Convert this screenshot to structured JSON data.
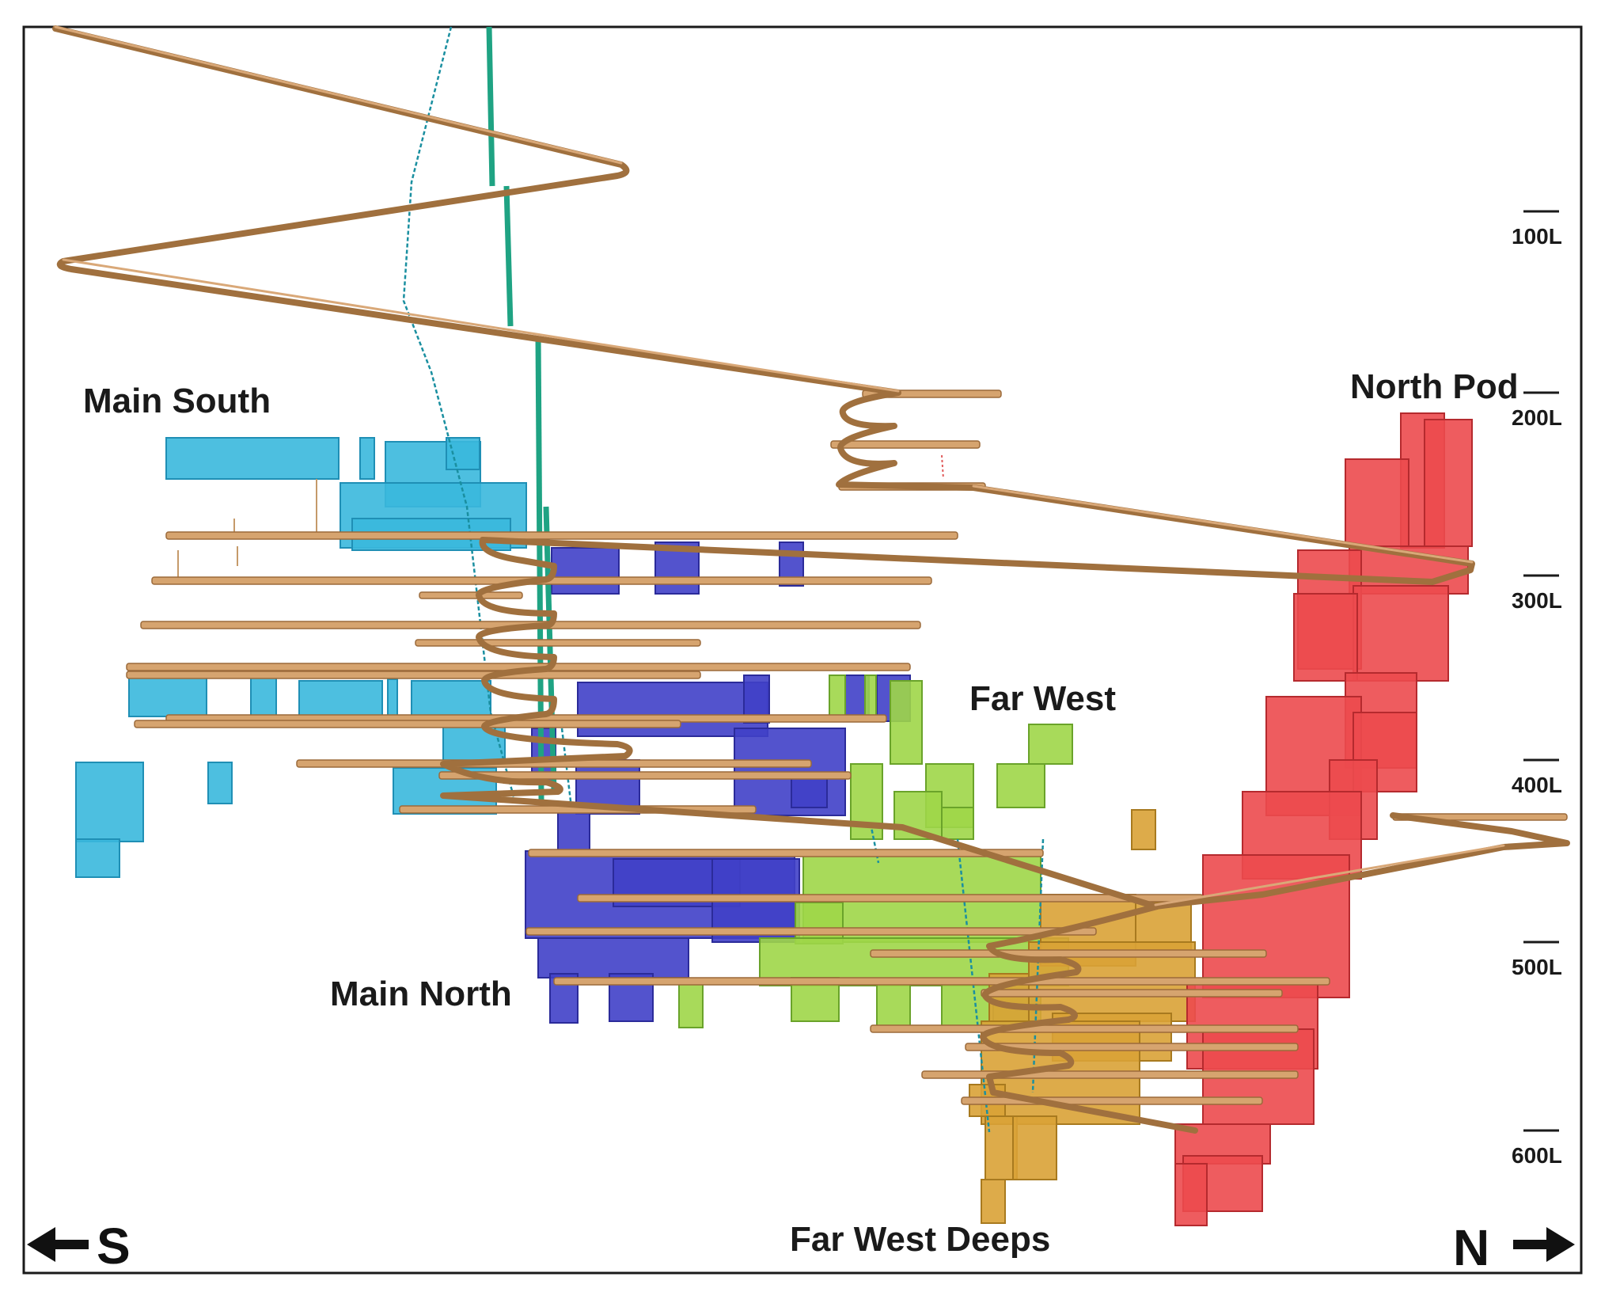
{
  "zones": [
    {
      "id": "main_south",
      "label": "Main South",
      "color": "#3ab8dd"
    },
    {
      "id": "main_north",
      "label": "Main North",
      "color": "#4040c8"
    },
    {
      "id": "far_west",
      "label": "Far West",
      "color": "#9ed648"
    },
    {
      "id": "far_west_deeps",
      "label": "Far West Deeps",
      "color": "#d9a236"
    },
    {
      "id": "north_pod",
      "label": "North Pod",
      "color": "#ec4a4e"
    }
  ],
  "levels": [
    "100L",
    "200L",
    "300L",
    "400L",
    "500L",
    "600L"
  ],
  "directions": {
    "south": "S",
    "north": "N"
  },
  "colors": {
    "ramp": "#a0703e",
    "drift": "#d6a46f",
    "shaft": "#1fa383",
    "raise": "#1a8fa0"
  }
}
